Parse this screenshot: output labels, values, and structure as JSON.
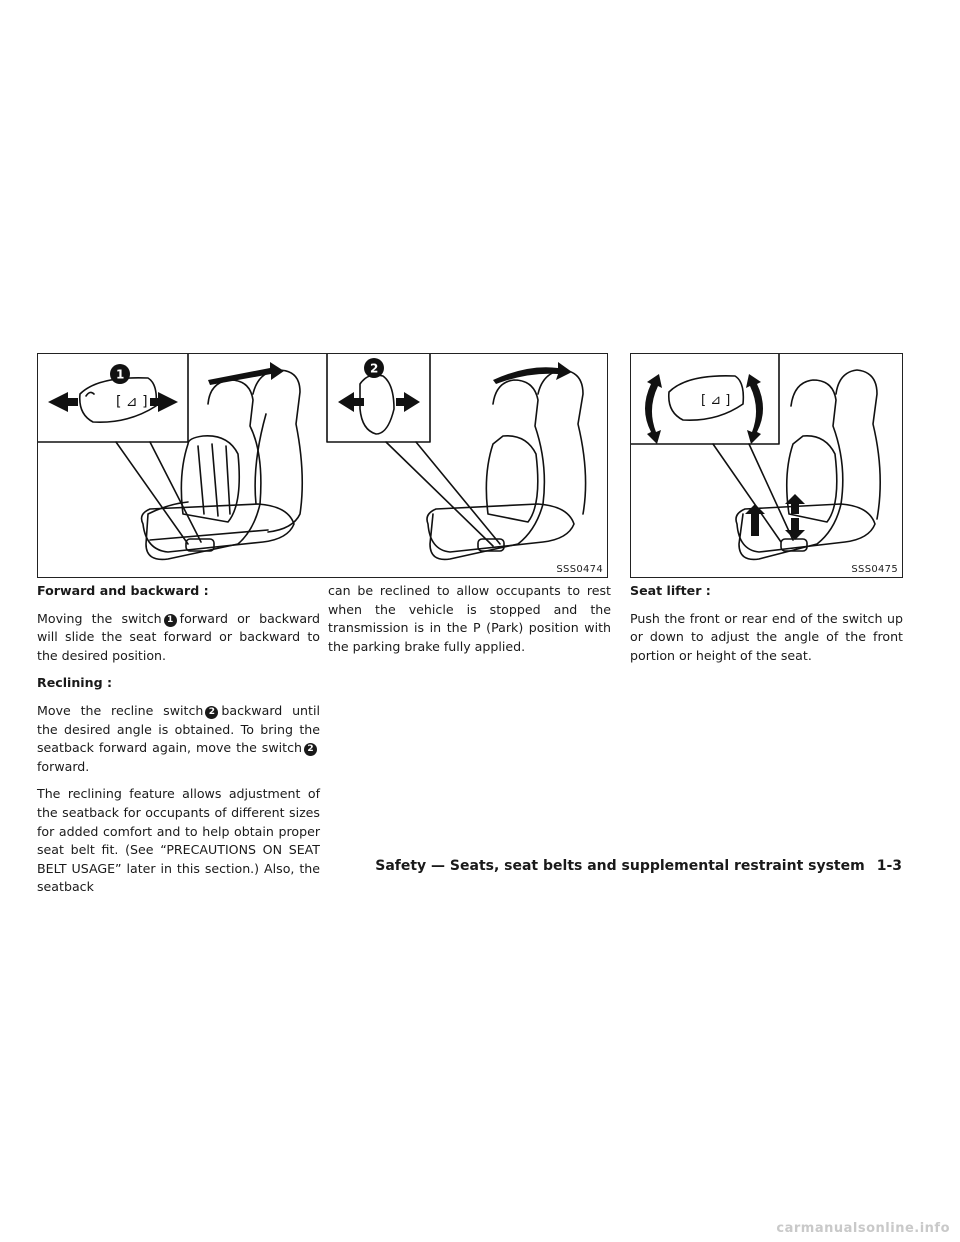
{
  "figure1": {
    "code": "SSS0474",
    "callout1": "1",
    "callout2": "2"
  },
  "figure2": {
    "code": "SSS0475"
  },
  "col1": {
    "h1": "Forward and backward :",
    "p1a": "Moving the switch",
    "p1num": "1",
    "p1b": "forward or backward will slide the seat forward or backward to the desired position.",
    "h2": "Reclining :",
    "p2a": "Move the recline switch",
    "p2num1": "2",
    "p2b": "backward until the desired angle is obtained. To bring the seatback forward again, move the switch",
    "p2num2": "2",
    "p2c": "forward.",
    "p3": "The reclining feature allows adjustment of the seatback for occupants of different sizes for added comfort and to help obtain proper seat belt fit. (See “PRECAUTIONS ON SEAT BELT USAGE” later in this section.) Also, the seatback"
  },
  "col2": {
    "p1": "can be reclined to allow occupants to rest when the vehicle is stopped and the transmission is in the P (Park) position with the parking brake fully applied."
  },
  "col3": {
    "h1": "Seat lifter :",
    "p1": "Push the front or rear end of the switch up or down to adjust the angle of the front portion or height of the seat."
  },
  "footer": {
    "section": "Safety — Seats, seat belts and supplemental restraint system",
    "page": "1-3"
  },
  "watermark": "carmanualsonline.info"
}
